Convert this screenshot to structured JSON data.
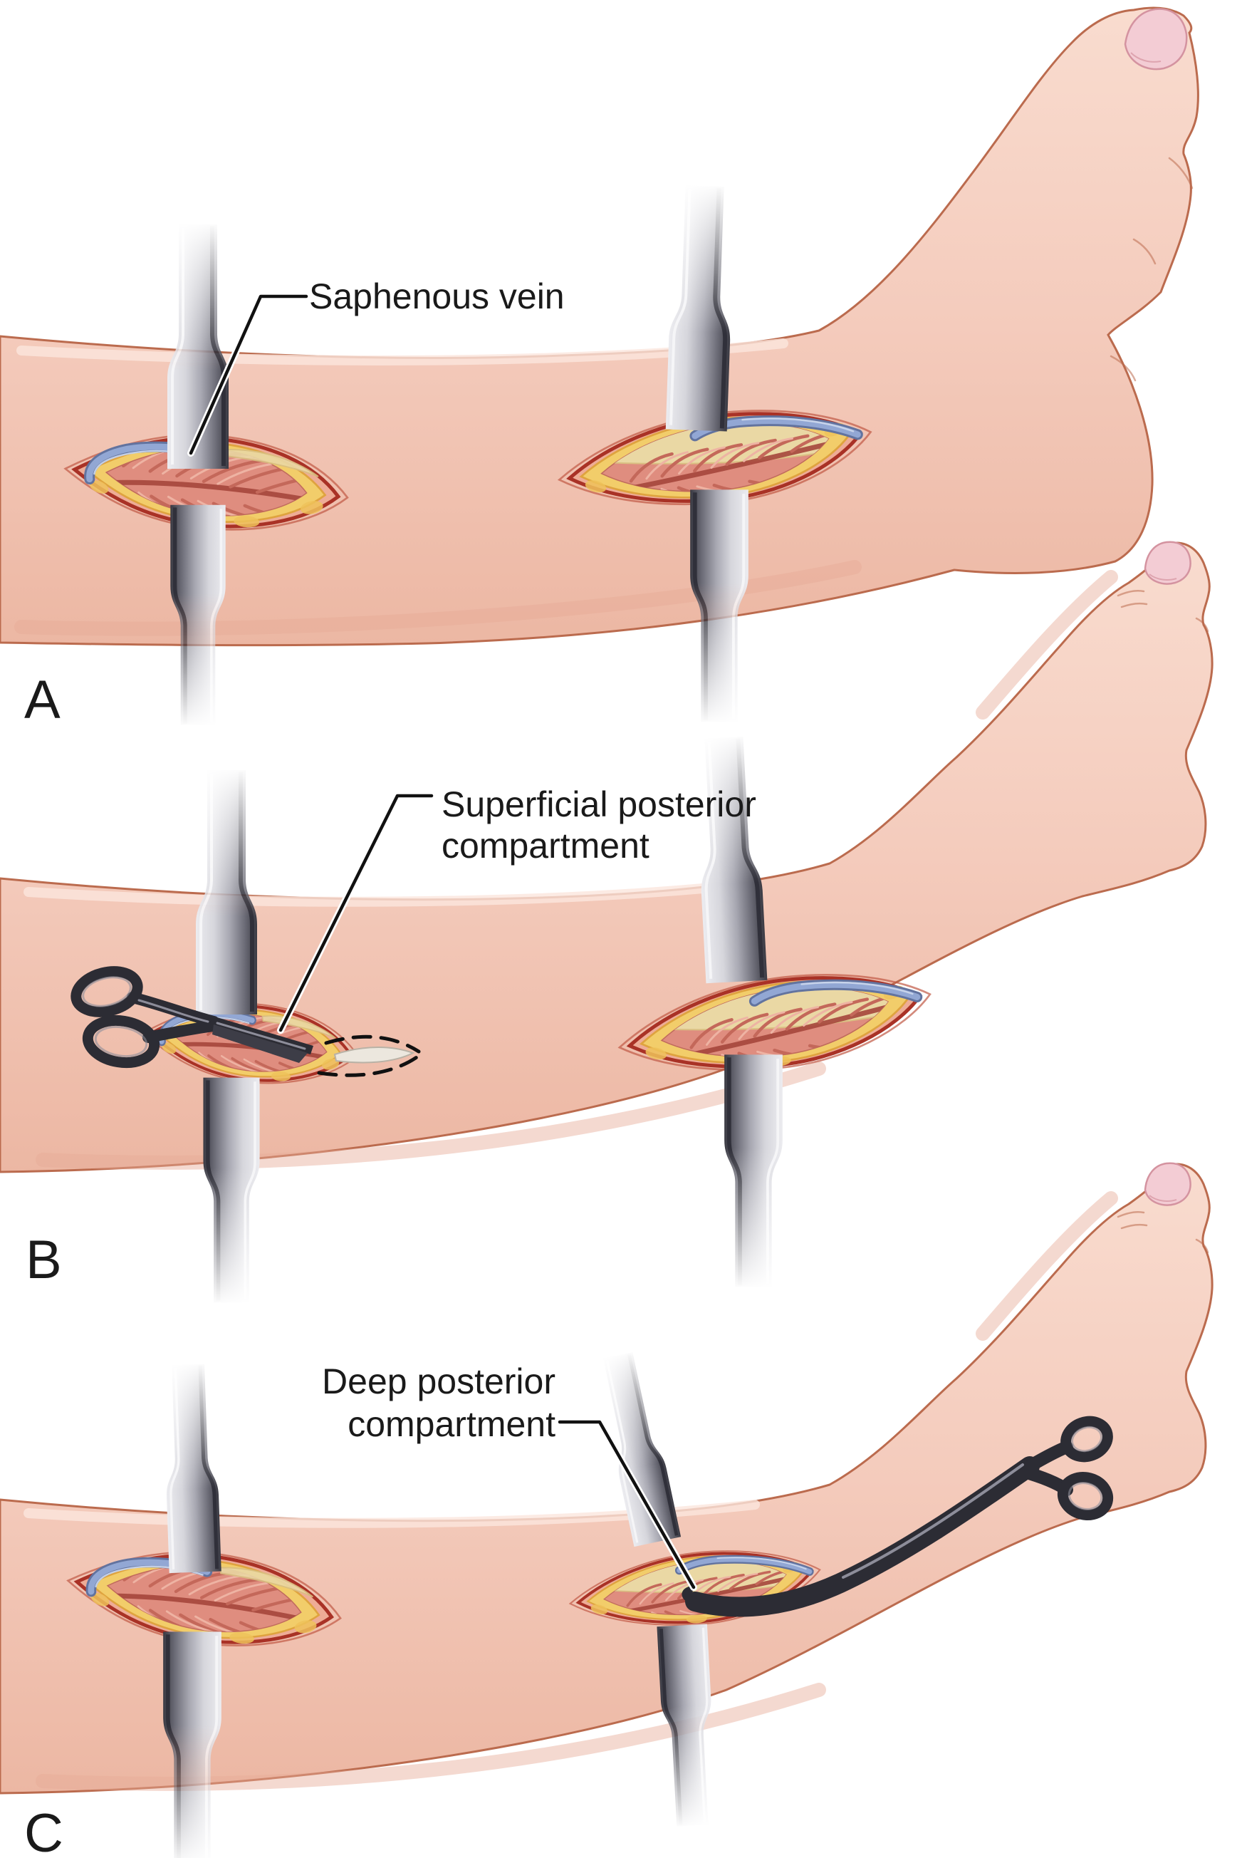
{
  "panels": [
    {
      "letter": "A",
      "label": "Saphenous vein"
    },
    {
      "letter": "B",
      "label_line1": "Superficial posterior",
      "label_line2": "compartment"
    },
    {
      "letter": "C",
      "label_line1": "Deep posterior",
      "label_line2": "compartment"
    }
  ],
  "colors": {
    "skin": "#f4cbbc",
    "skin_edge": "#bb6b4e",
    "skin_shadow": "#e7ab97",
    "skin_highlight": "#fbe6dd",
    "nail": "#f3ccd4",
    "nail_edge": "#d493a0",
    "wound_border": "#a93226",
    "wound_lip": "#eeac96",
    "fat": "#f2cd6a",
    "fat_deep": "#dfa33f",
    "muscle": "#df8d7f",
    "muscle_dark": "#c4685a",
    "muscle_deep": "#a5463c",
    "muscle_light": "#eeb3a3",
    "fascia": "#ead8a4",
    "fascia_edge": "#d9bf82",
    "vein": "#92a7d4",
    "vein_edge": "#62739f",
    "vein_light": "#cdd8ec",
    "steel_light": "#ececf0",
    "steel_dark": "#3a3a43",
    "instrument": "#2c2c34",
    "instrument_light": "#8d8d9a",
    "label": "#1a1a1a"
  }
}
